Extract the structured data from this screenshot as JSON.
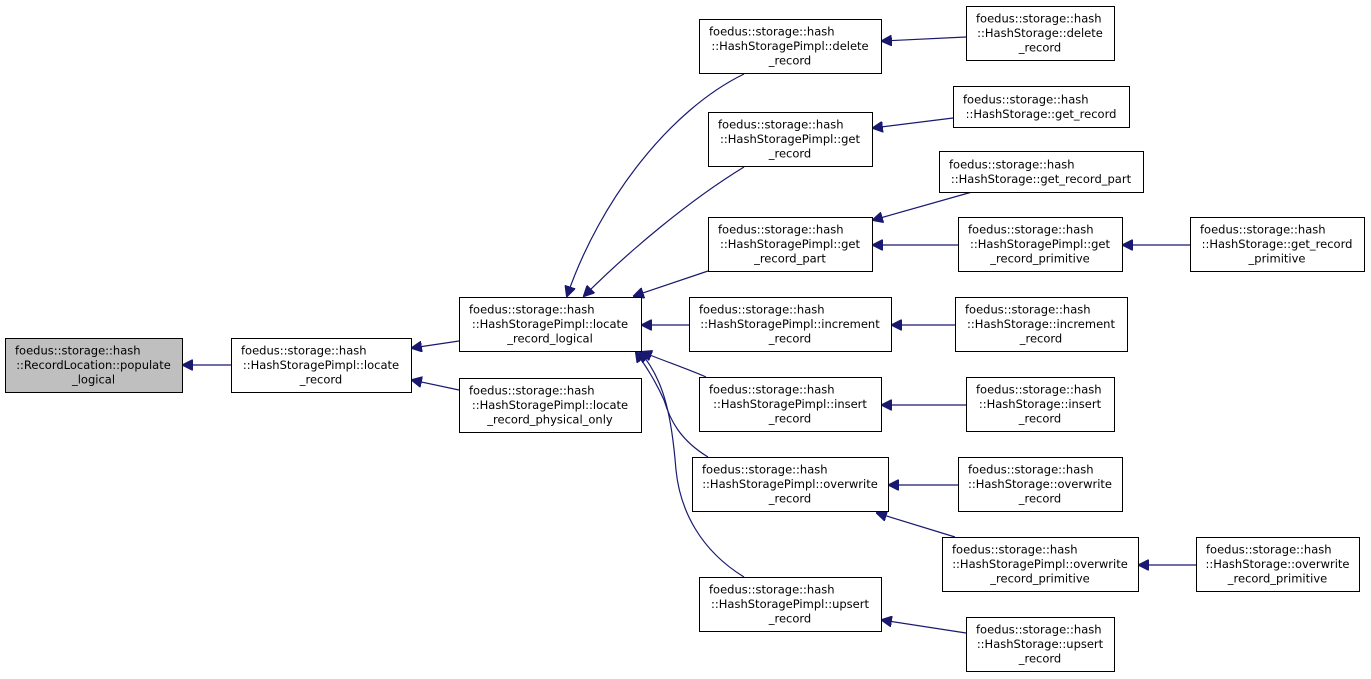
{
  "nodes": [
    {
      "id": "n0",
      "lines": [
        "foedus::storage::hash",
        "::RecordLocation::populate",
        "_logical"
      ],
      "root": true
    },
    {
      "id": "n1",
      "lines": [
        "foedus::storage::hash",
        "::HashStoragePimpl::locate",
        "_record"
      ]
    },
    {
      "id": "n2",
      "lines": [
        "foedus::storage::hash",
        "::HashStoragePimpl::locate",
        "_record_logical"
      ]
    },
    {
      "id": "n3",
      "lines": [
        "foedus::storage::hash",
        "::HashStoragePimpl::locate",
        "_record_physical_only"
      ]
    },
    {
      "id": "n4",
      "lines": [
        "foedus::storage::hash",
        "::HashStoragePimpl::delete",
        "_record"
      ]
    },
    {
      "id": "n5",
      "lines": [
        "foedus::storage::hash",
        "::HashStoragePimpl::get",
        "_record"
      ]
    },
    {
      "id": "n6",
      "lines": [
        "foedus::storage::hash",
        "::HashStoragePimpl::get",
        "_record_part"
      ]
    },
    {
      "id": "n7",
      "lines": [
        "foedus::storage::hash",
        "::HashStoragePimpl::increment",
        "_record"
      ]
    },
    {
      "id": "n8",
      "lines": [
        "foedus::storage::hash",
        "::HashStoragePimpl::insert",
        "_record"
      ]
    },
    {
      "id": "n9",
      "lines": [
        "foedus::storage::hash",
        "::HashStoragePimpl::overwrite",
        "_record"
      ]
    },
    {
      "id": "n10",
      "lines": [
        "foedus::storage::hash",
        "::HashStoragePimpl::upsert",
        "_record"
      ]
    },
    {
      "id": "n11",
      "lines": [
        "foedus::storage::hash",
        "::HashStorage::delete",
        "_record"
      ]
    },
    {
      "id": "n12",
      "lines": [
        "foedus::storage::hash",
        "::HashStorage::get_record"
      ]
    },
    {
      "id": "n13",
      "lines": [
        "foedus::storage::hash",
        "::HashStorage::get_record_part"
      ]
    },
    {
      "id": "n14",
      "lines": [
        "foedus::storage::hash",
        "::HashStoragePimpl::get",
        "_record_primitive"
      ]
    },
    {
      "id": "n15",
      "lines": [
        "foedus::storage::hash",
        "::HashStorage::increment",
        "_record"
      ]
    },
    {
      "id": "n16",
      "lines": [
        "foedus::storage::hash",
        "::HashStorage::insert",
        "_record"
      ]
    },
    {
      "id": "n17",
      "lines": [
        "foedus::storage::hash",
        "::HashStorage::overwrite",
        "_record"
      ]
    },
    {
      "id": "n18",
      "lines": [
        "foedus::storage::hash",
        "::HashStoragePimpl::overwrite",
        "_record_primitive"
      ]
    },
    {
      "id": "n19",
      "lines": [
        "foedus::storage::hash",
        "::HashStorage::upsert",
        "_record"
      ]
    },
    {
      "id": "n20",
      "lines": [
        "foedus::storage::hash",
        "::HashStorage::get_record",
        "_primitive"
      ]
    },
    {
      "id": "n21",
      "lines": [
        "foedus::storage::hash",
        "::HashStorage::overwrite",
        "_record_primitive"
      ]
    }
  ],
  "edges": [
    {
      "from": "n1",
      "to": "n0"
    },
    {
      "from": "n2",
      "to": "n1"
    },
    {
      "from": "n3",
      "to": "n1"
    },
    {
      "from": "n4",
      "to": "n2"
    },
    {
      "from": "n5",
      "to": "n2"
    },
    {
      "from": "n6",
      "to": "n2"
    },
    {
      "from": "n7",
      "to": "n2"
    },
    {
      "from": "n8",
      "to": "n2"
    },
    {
      "from": "n9",
      "to": "n2"
    },
    {
      "from": "n10",
      "to": "n2"
    },
    {
      "from": "n11",
      "to": "n4"
    },
    {
      "from": "n12",
      "to": "n5"
    },
    {
      "from": "n13",
      "to": "n6"
    },
    {
      "from": "n14",
      "to": "n6"
    },
    {
      "from": "n15",
      "to": "n7"
    },
    {
      "from": "n16",
      "to": "n8"
    },
    {
      "from": "n17",
      "to": "n9"
    },
    {
      "from": "n18",
      "to": "n9"
    },
    {
      "from": "n19",
      "to": "n10"
    },
    {
      "from": "n20",
      "to": "n14"
    },
    {
      "from": "n21",
      "to": "n18"
    }
  ]
}
